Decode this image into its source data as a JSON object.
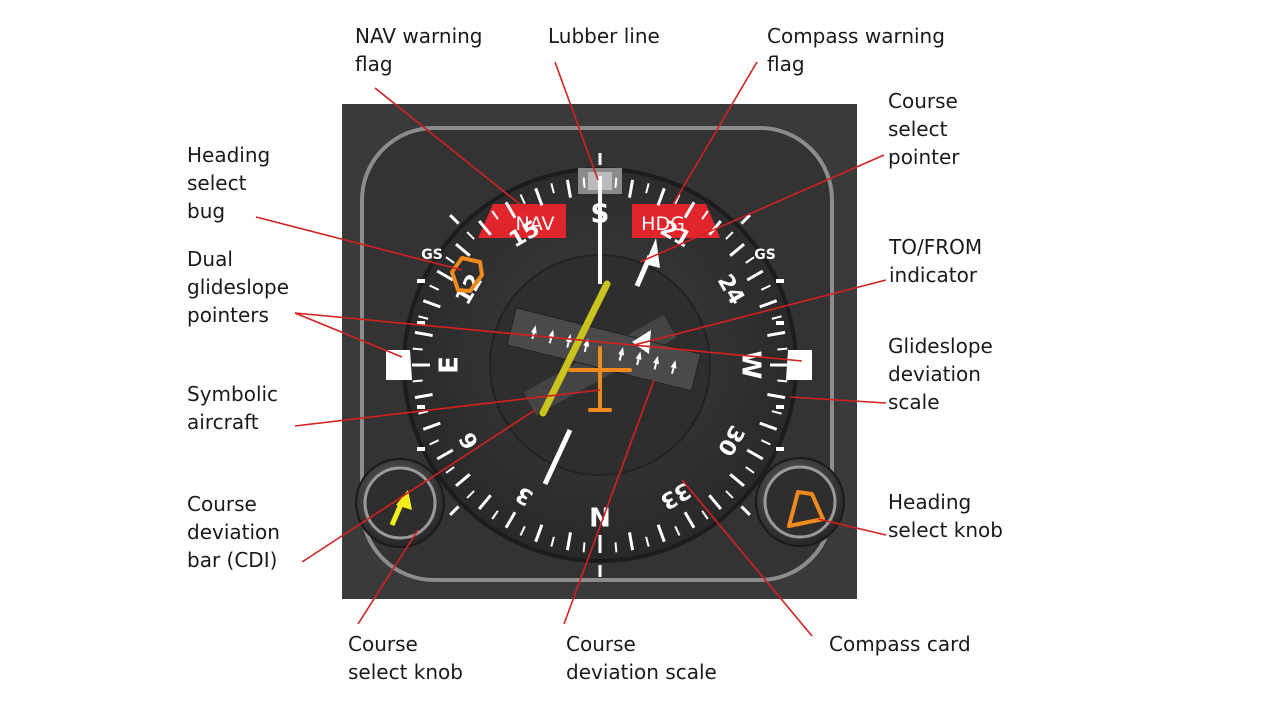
{
  "callouts": {
    "nav_warning_flag": "NAV warning\nflag",
    "lubber_line": "Lubber line",
    "compass_warning_flag": "Compass warning\nflag",
    "course_select_pointer": "Course\nselect\npointer",
    "heading_select_bug": "Heading\nselect\nbug",
    "to_from_indicator": "TO/FROM\nindicator",
    "dual_glideslope_pointers": "Dual\nglideslope\npointers",
    "glideslope_deviation_scale": "Glideslope\ndeviation\nscale",
    "symbolic_aircraft": "Symbolic\naircraft",
    "course_deviation_bar": "Course\ndeviation\nbar (CDI)",
    "heading_select_knob": "Heading\nselect knob",
    "course_select_knob": "Course\nselect knob",
    "course_deviation_scale": "Course\ndeviation scale",
    "compass_card": "Compass card"
  },
  "instrument": {
    "nav_flag": "NAV",
    "hdg_flag": "HDG",
    "gs_left": "GS",
    "gs_right": "GS",
    "card_labels": [
      "N",
      "3",
      "6",
      "E",
      "12",
      "15",
      "S",
      "21",
      "24",
      "W",
      "30",
      "33"
    ]
  },
  "colors": {
    "bezel": "#3a3a3a",
    "flag_red": "#e0262c",
    "cdi_yellow": "#c9c41e",
    "aircraft_orange": "#f08a1c",
    "leader_red": "#d42020"
  }
}
